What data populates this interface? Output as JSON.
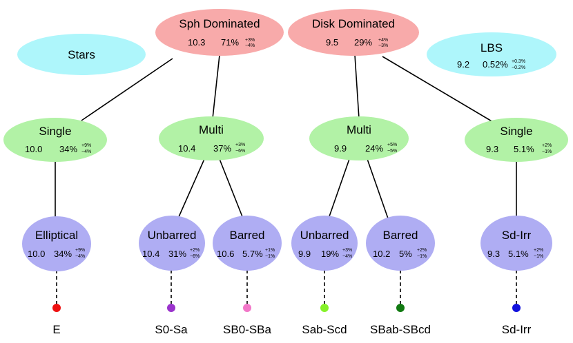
{
  "colors": {
    "sph": "#f8aaaa",
    "disk": "#f8aaaa",
    "stars": "#aef6fb",
    "lbs": "#aef6fb",
    "green": "#b2f2a6",
    "blue": "#afadf3",
    "line": "#000000",
    "dot_E": "#ee1111",
    "dot_S0Sa": "#9a33cc",
    "dot_SB0SBa": "#f277c8",
    "dot_SabScd": "#86f22a",
    "dot_SBabSBcd": "#117a11",
    "dot_SdIrr": "#1111dd"
  },
  "top": {
    "sph": {
      "title": "Sph Dominated",
      "mass": "10.3",
      "pct": "71%",
      "up": "+3%",
      "dn": "−4%"
    },
    "disk": {
      "title": "Disk Dominated",
      "mass": "9.5",
      "pct": "29%",
      "up": "+4%",
      "dn": "−3%"
    },
    "stars": {
      "title": "Stars"
    },
    "lbs": {
      "title": "LBS",
      "mass": "9.2",
      "pct": "0.52%",
      "up": "+0.3%",
      "dn": "−0.2%"
    }
  },
  "mid": {
    "single_left": {
      "title": "Single",
      "mass": "10.0",
      "pct": "34%",
      "up": "+9%",
      "dn": "−4%"
    },
    "multi_left": {
      "title": "Multi",
      "mass": "10.4",
      "pct": "37%",
      "up": "+3%",
      "dn": "−6%"
    },
    "multi_right": {
      "title": "Multi",
      "mass": "9.9",
      "pct": "24%",
      "up": "+5%",
      "dn": "−5%"
    },
    "single_right": {
      "title": "Single",
      "mass": "9.3",
      "pct": "5.1%",
      "up": "+2%",
      "dn": "−1%"
    }
  },
  "low": {
    "elliptical": {
      "title": "Elliptical",
      "mass": "10.0",
      "pct": "34%",
      "up": "+9%",
      "dn": "−4%"
    },
    "unbarred_left": {
      "title": "Unbarred",
      "mass": "10.4",
      "pct": "31%",
      "up": "+2%",
      "dn": "−6%"
    },
    "barred_left": {
      "title": "Barred",
      "mass": "10.6",
      "pct": "5.7%",
      "up": "+1%",
      "dn": "−1%"
    },
    "unbarred_right": {
      "title": "Unbarred",
      "mass": "9.9",
      "pct": "19%",
      "up": "+3%",
      "dn": "−4%"
    },
    "barred_right": {
      "title": "Barred",
      "mass": "10.2",
      "pct": "5%",
      "up": "+2%",
      "dn": "−1%"
    },
    "sdirr": {
      "title": "Sd-Irr",
      "mass": "9.3",
      "pct": "5.1%",
      "up": "+2%",
      "dn": "−1%"
    }
  },
  "leaves": {
    "E": "E",
    "S0Sa": "S0-Sa",
    "SB0SBa": "SB0-SBa",
    "SabScd": "Sab-Scd",
    "SBabSBcd": "SBab-SBcd",
    "SdIrr": "Sd-Irr"
  }
}
